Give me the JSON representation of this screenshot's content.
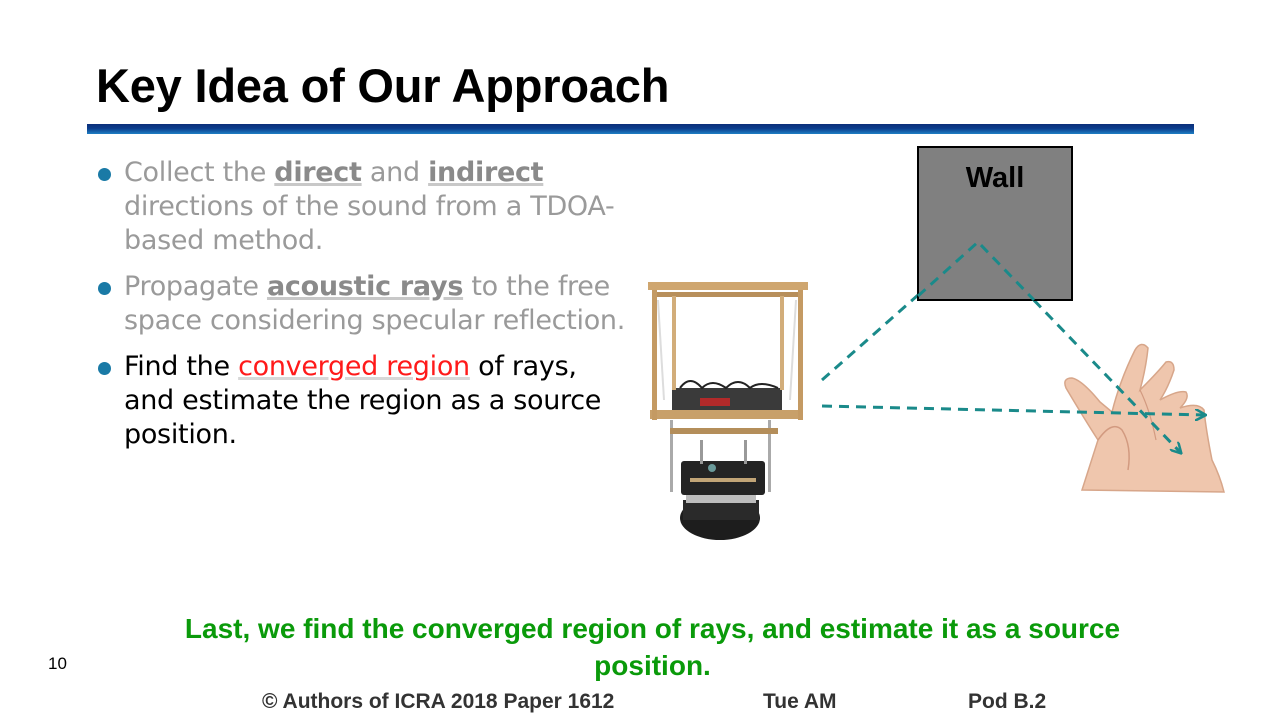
{
  "title": "Key Idea of Our Approach",
  "bullets": [
    {
      "before": "Collect the ",
      "em1": "direct",
      "mid": " and ",
      "em2": "indirect",
      "after": " directions of the sound from a TDOA-based method."
    },
    {
      "before": "Propagate ",
      "em1": "acoustic rays",
      "after": " to the free space considering specular reflection."
    },
    {
      "before": "Find the ",
      "em1": "converged region",
      "after": " of rays, and estimate the region as a source position."
    }
  ],
  "diagram": {
    "wall_label": "Wall",
    "ray_color": "#1a8a8a",
    "wall_color": "#808080"
  },
  "summary": "Last, we find the converged region of rays, and estimate it as a source position.",
  "slide_number": "10",
  "footer": {
    "copyright": "© Authors of ICRA 2018 Paper 1612",
    "session": "Tue AM",
    "pod": "Pod B.2"
  },
  "colors": {
    "bullet_dot": "#1a7aa6",
    "highlight": "#ff1a1a",
    "summary": "#0a9a0a",
    "bar": "#0b3d8c"
  }
}
